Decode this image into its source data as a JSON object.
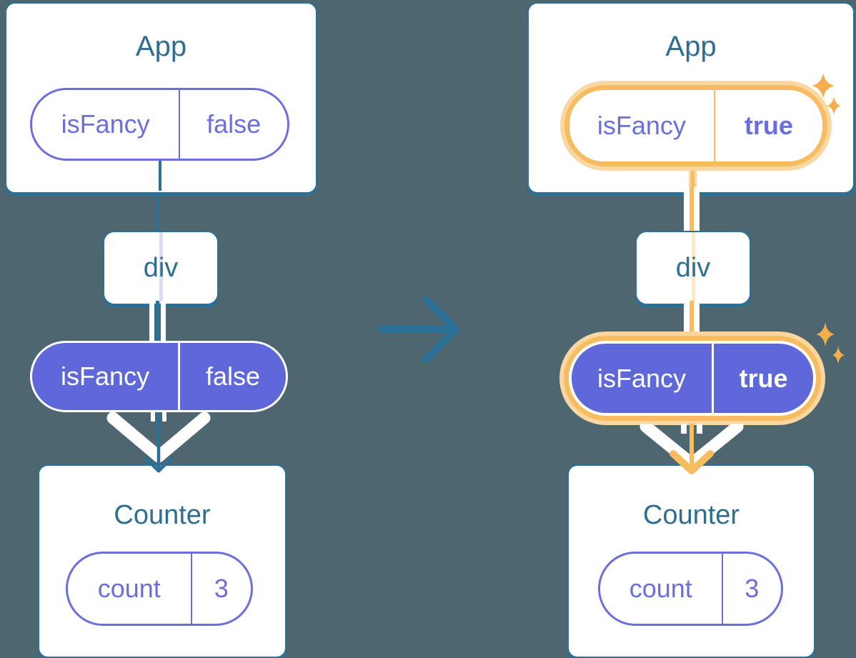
{
  "colors": {
    "background": "#4D6670",
    "stroke_teal": "#2B7096",
    "title_text": "#2F6E93",
    "purple": "#6A6FDB",
    "purple_fill": "#5F68D8",
    "orange": "#F7BB60",
    "orange_light": "#FAD7A1",
    "sparkle": "#F4AE4E"
  },
  "before": {
    "app_title": "App",
    "app_prop": {
      "name": "isFancy",
      "value": "false"
    },
    "div_label": "div",
    "passed_prop": {
      "name": "isFancy",
      "value": "false"
    },
    "counter_title": "Counter",
    "counter_state": {
      "name": "count",
      "value": "3"
    }
  },
  "after": {
    "app_title": "App",
    "app_prop": {
      "name": "isFancy",
      "value": "true"
    },
    "div_label": "div",
    "passed_prop": {
      "name": "isFancy",
      "value": "true"
    },
    "counter_title": "Counter",
    "counter_state": {
      "name": "count",
      "value": "3"
    }
  }
}
